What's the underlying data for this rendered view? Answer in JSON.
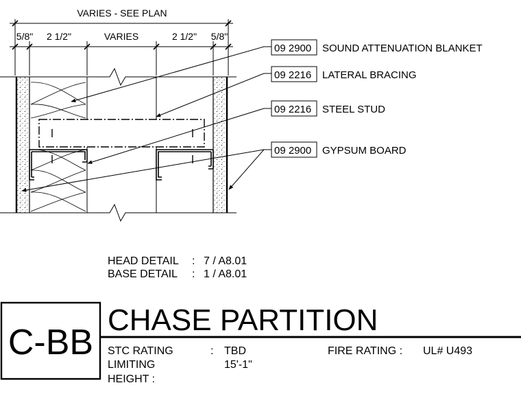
{
  "dimensions": {
    "overall": "VARIES - SEE PLAN",
    "gyp_left": "5/8\"",
    "stud_left": "2 1/2\"",
    "cavity": "VARIES",
    "stud_right": "2 1/2\"",
    "gyp_right": "5/8\""
  },
  "keynotes": [
    {
      "code": "09 2900",
      "text": "SOUND ATTENUATION BLANKET"
    },
    {
      "code": "09 2216",
      "text": "LATERAL BRACING"
    },
    {
      "code": "09 2216",
      "text": "STEEL STUD"
    },
    {
      "code": "09 2900",
      "text": "GYPSUM BOARD"
    }
  ],
  "details": {
    "head_label": "HEAD DETAIL",
    "head_sep": ":",
    "head_ref": "7 / A8.01",
    "base_label": "BASE DETAIL",
    "base_sep": ":",
    "base_ref": "1 / A8.01"
  },
  "tag": "C-BB",
  "title": "CHASE PARTITION",
  "info": {
    "stc_label": "STC RATING",
    "stc_sep": ":",
    "stc_value": "TBD",
    "limiting_label_1": "LIMITING",
    "limiting_label_2": "HEIGHT :",
    "limiting_value": "15'-1\"",
    "fire_label": "FIRE RATING :",
    "fire_value": "UL# U493"
  }
}
